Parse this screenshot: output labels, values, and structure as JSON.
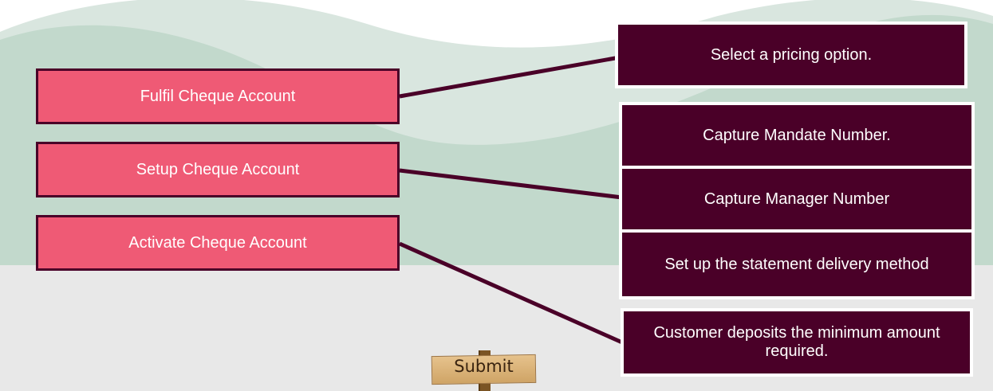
{
  "stages": [
    {
      "label": "Fulfil Cheque Account"
    },
    {
      "label": "Setup Cheque Account"
    },
    {
      "label": "Activate Cheque Account"
    }
  ],
  "tasks": [
    {
      "label": "Select a pricing option."
    },
    {
      "label": "Capture Mandate Number."
    },
    {
      "label": "Capture Manager Number"
    },
    {
      "label": "Set up the statement delivery method"
    },
    {
      "label": "Customer deposits the minimum amount required."
    }
  ],
  "submit": {
    "label": "Submit"
  },
  "colors": {
    "stage_fill": "#ef5a75",
    "task_fill": "#4a0028",
    "connector": "#4a0028",
    "hill_light": "#d9e6df",
    "hill_dark": "#c2d9cc",
    "ground": "#e8e8e8"
  }
}
